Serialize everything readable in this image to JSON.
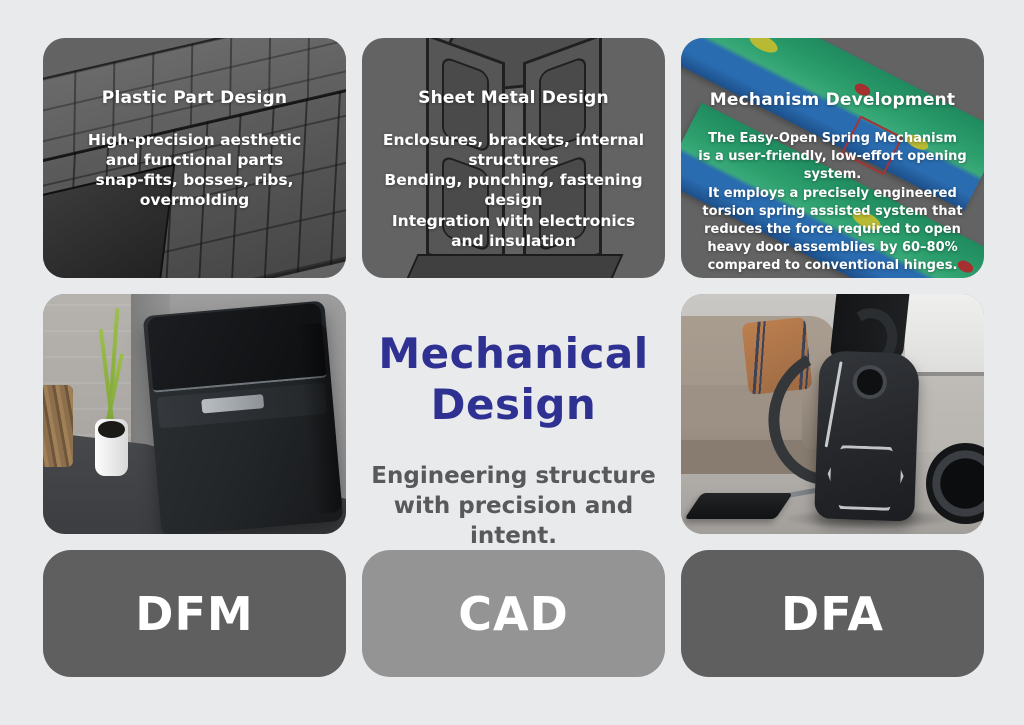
{
  "top_cards": [
    {
      "title": "Plastic Part Design",
      "body": "High-precision aesthetic\nand functional parts\nsnap-fits, bosses, ribs,\novermolding"
    },
    {
      "title": "Sheet Metal Design",
      "body": "Enclosures, brackets, internal\nstructures\nBending, punching, fastening\ndesign\nIntegration with electronics\nand insulation"
    },
    {
      "title": "Mechanism Development",
      "body": "The Easy-Open Spring Mechanism\nis a user-friendly, low-effort opening\nsystem.\nIt employs a precisely engineered\ntorsion spring assisted system that\nreduces the force required to open\nheavy door assemblies by 60–80%\ncompared to conventional hinges."
    }
  ],
  "center": {
    "title": "Mechanical\nDesign",
    "subtitle": "Engineering structure\nwith precision and intent."
  },
  "buttons": [
    {
      "label": "DFM",
      "bg": "#5f5f5f"
    },
    {
      "label": "CAD",
      "bg": "#949494"
    },
    {
      "label": "DFA",
      "bg": "#5f5f5f"
    }
  ],
  "colors": {
    "page_background": "#e9eaec",
    "card_background": "#636363",
    "headline_blue": "#2e3192",
    "subtitle_gray": "#58595b",
    "card_text": "#ffffff",
    "fea_green": "#2da06e",
    "fea_blue": "#2a6cb0"
  }
}
